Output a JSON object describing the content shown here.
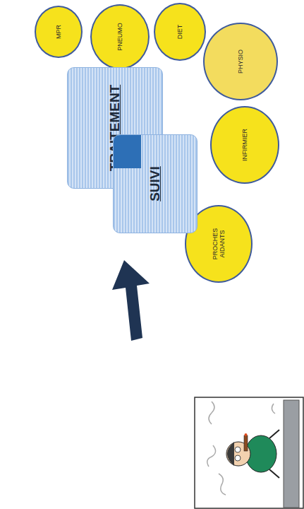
{
  "diagram": {
    "nodes": [
      {
        "text": [
          "MPR"
        ]
      },
      {
        "text": [
          "PNEUMO"
        ]
      },
      {
        "text": [
          "DIET"
        ]
      },
      {
        "text": [
          "PHYSIO"
        ]
      },
      {
        "text": [
          "INFIRMIER"
        ]
      },
      {
        "text": [
          "PROCHES AIDANTS"
        ]
      },
      {
        "text": [
          "TRAITEMENT"
        ]
      },
      {
        "text": [
          "SUIVI"
        ]
      }
    ]
  }
}
